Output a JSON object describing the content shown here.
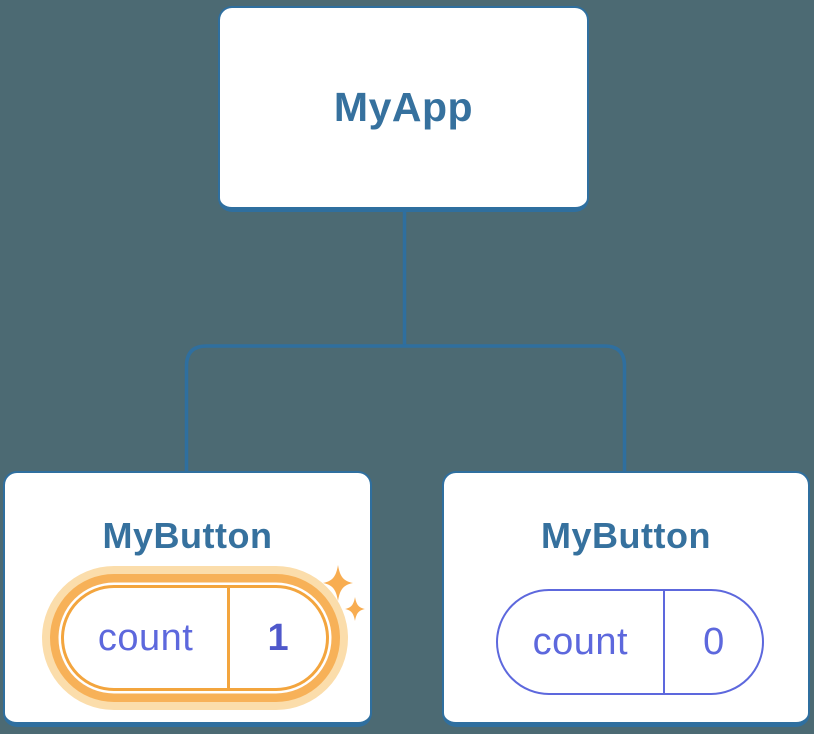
{
  "colors": {
    "bg": "#4c6a73",
    "line": "#2f6f9f",
    "card-bg": "#ffffff",
    "title": "#36719e",
    "indigo": "#5d68dd",
    "indigo-bold": "#4f58cb",
    "orange": "#f3a53e",
    "orange-ring": "#f7b158",
    "orange-glow": "#fbddab",
    "sparkle": "#f8ad51"
  },
  "diagram": {
    "type": "react-component-tree",
    "root": {
      "label": "MyApp"
    },
    "children": [
      {
        "label": "MyButton",
        "state": {
          "key": "count",
          "value": "1"
        },
        "highlighted": true
      },
      {
        "label": "MyButton",
        "state": {
          "key": "count",
          "value": "0"
        },
        "highlighted": false
      }
    ]
  }
}
